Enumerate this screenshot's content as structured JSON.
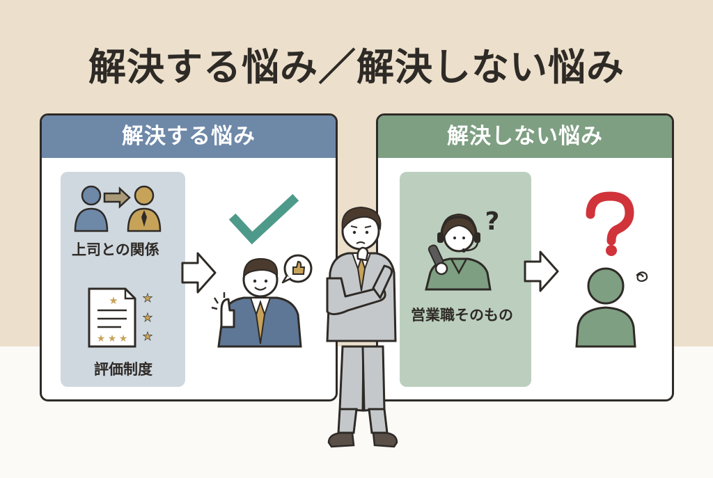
{
  "title": "解決する悩み／解決しない悩み",
  "left_panel": {
    "header": "解決する悩み",
    "items": [
      "上司との関係",
      "評価制度"
    ]
  },
  "right_panel": {
    "header": "解決しない悩み",
    "items": [
      "営業職そのもの"
    ]
  },
  "colors": {
    "left_accent": "#6e88a8",
    "right_accent": "#7e9f82",
    "check": "#4e9a8a",
    "question": "#d0333a"
  }
}
